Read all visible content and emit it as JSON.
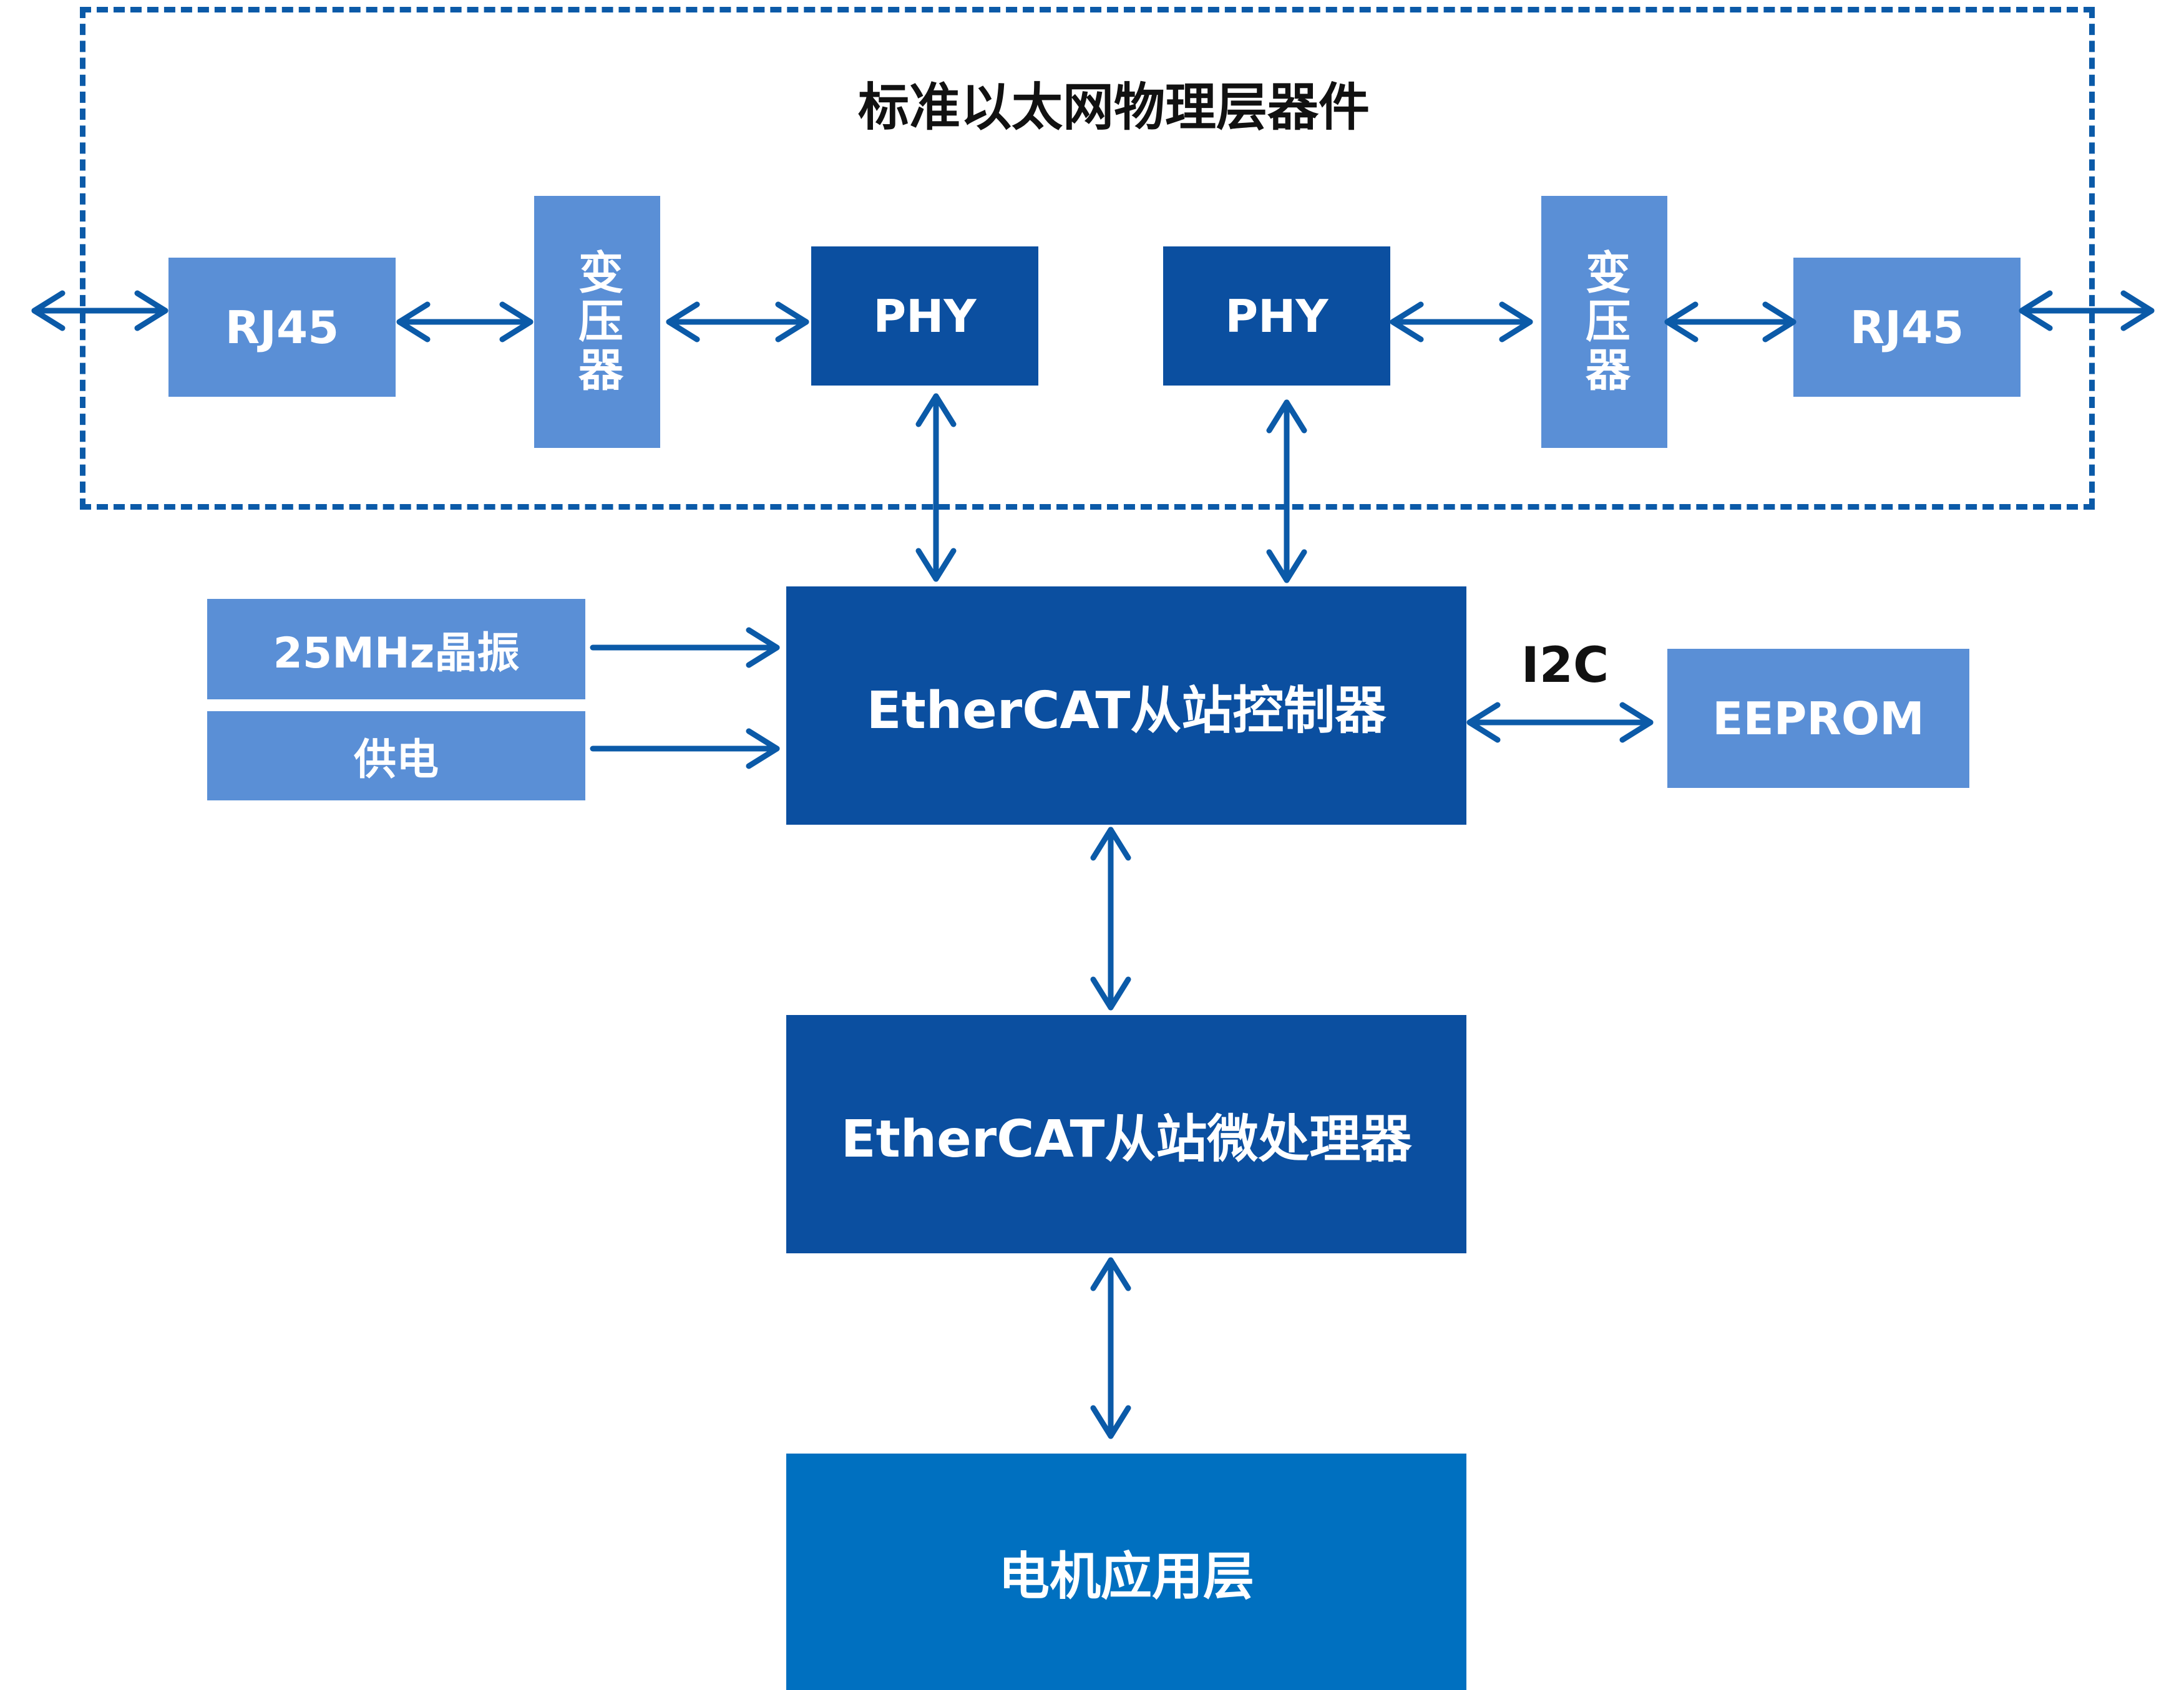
{
  "diagram": {
    "title": "标准以太网物理层器件",
    "rj45_left": "RJ45",
    "transformer_left": "变压器",
    "phy_left": "PHY",
    "phy_right": "PHY",
    "transformer_right": "变压器",
    "rj45_right": "RJ45",
    "crystal": "25MHz晶振",
    "power": "供电",
    "controller": "EtherCAT从站控制器",
    "i2c_label": "I2C",
    "eeprom": "EEPROM",
    "microprocessor": "EtherCAT从站微处理器",
    "app_layer": "电机应用层"
  },
  "colors": {
    "light_block": "#5a8fd6",
    "dark_block": "#0b4fa0",
    "app_block": "#0070c0",
    "arrow": "#0b5aa8"
  }
}
